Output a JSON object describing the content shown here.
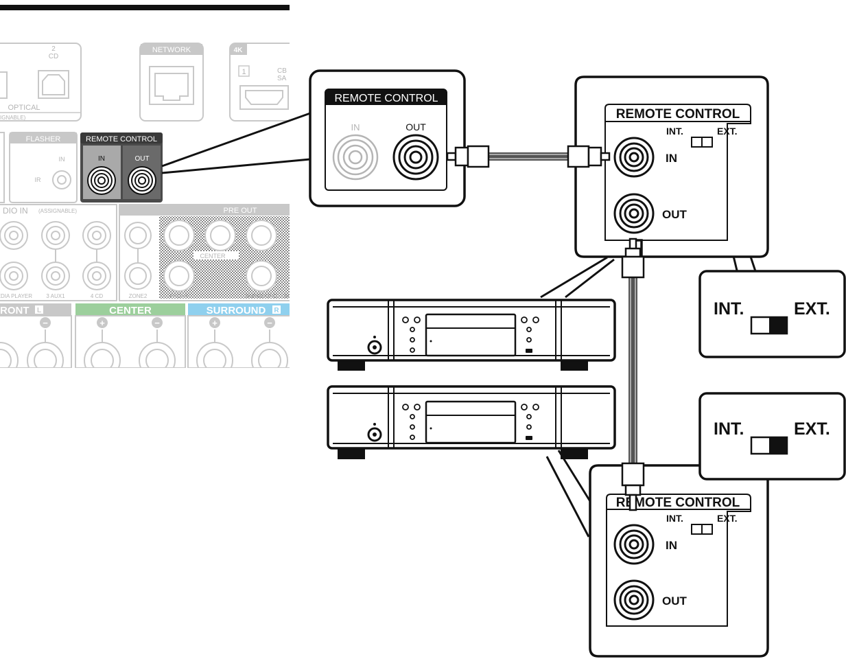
{
  "receiver_panel": {
    "cd_number": "2",
    "cd_label": "CD",
    "optical_label": "OPTICAL",
    "assignable_fragment": "IGNABLE)",
    "network_label": "NETWORK",
    "hdmi_badge": "4K",
    "hdmi_number": "1",
    "hdmi_side_top": "CB",
    "hdmi_side_bottom": "SA",
    "flasher_label": "FLASHER",
    "flasher_in": "IN",
    "flasher_ir": "IR",
    "remote_control_label": "REMOTE CONTROL",
    "remote_in": "IN",
    "remote_out": "OUT",
    "audio_in_label": "DIO IN",
    "audio_in_assignable": "(ASSIGNABLE)",
    "pre_out_label": "PRE OUT",
    "input_labels": [
      "MEDIA PLAYER",
      "3 AUX1",
      "4 CD"
    ],
    "zone2_label": "ZONE2",
    "front_label": "FRONT",
    "center_small_label": "CENTER",
    "surround_small_label": "SURROUND",
    "surround_small_fragment": "SU",
    "speaker_front_label": "RONT",
    "speaker_front_badge": "L",
    "speaker_center_label": "CENTER",
    "speaker_surround_label": "SURROUND",
    "speaker_surround_badge": "R",
    "plus_symbol": "+",
    "minus_symbol": "−"
  },
  "source_callout": {
    "title": "REMOTE CONTROL",
    "in_label": "IN",
    "out_label": "OUT"
  },
  "device1_callout": {
    "title": "REMOTE CONTROL",
    "int_label": "INT.",
    "ext_label": "EXT.",
    "in_label": "IN",
    "out_label": "OUT"
  },
  "device2_callout": {
    "title": "REMOTE CONTROL",
    "int_label": "INT.",
    "ext_label": "EXT.",
    "in_label": "IN",
    "out_label": "OUT"
  },
  "switch_zoom_1": {
    "int_label": "INT.",
    "ext_label": "EXT."
  },
  "switch_zoom_2": {
    "int_label": "INT.",
    "ext_label": "EXT."
  },
  "colors": {
    "center_band": "#9ccf9c",
    "surround_band": "#8fd0ee",
    "front_band": "#c8c8c8",
    "panel_gray": "#d2d2d2",
    "remote_block": "#4a4a4a"
  },
  "icons": [
    "rca-jack-icon",
    "rca-plug-icon",
    "optical-port-icon",
    "ethernet-port-icon",
    "hdmi-port-icon",
    "slide-switch-icon",
    "power-button-icon",
    "speaker-terminal-icon"
  ]
}
